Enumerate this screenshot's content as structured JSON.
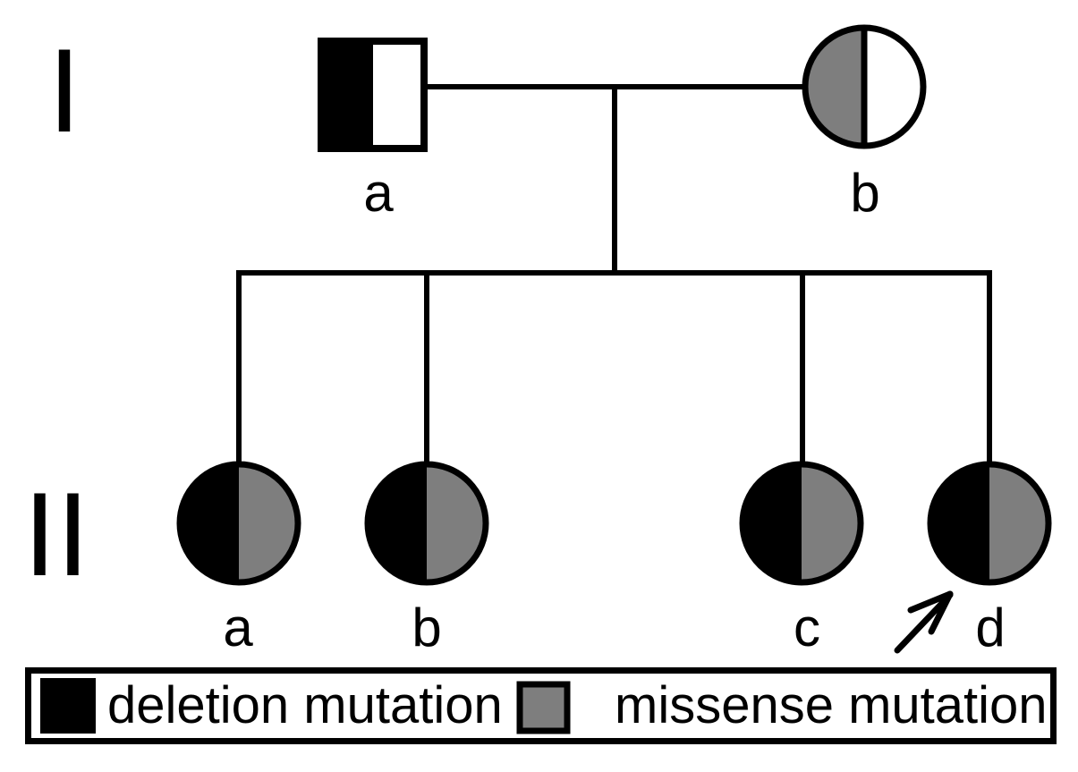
{
  "figure": {
    "kind": "pedigree-chart",
    "background": "#ffffff"
  },
  "colors": {
    "deletion": "#000000",
    "missense": "#7e7e7e",
    "unaffected": "#ffffff",
    "line": "#000000"
  },
  "generations": [
    {
      "numeral": "I",
      "individuals": [
        {
          "label": "a",
          "sex": "male",
          "symbol": "square",
          "left_half": "deletion",
          "right_half": "unaffected"
        },
        {
          "label": "b",
          "sex": "female",
          "symbol": "circle",
          "left_half": "missense",
          "right_half": "unaffected"
        }
      ]
    },
    {
      "numeral": "II",
      "individuals": [
        {
          "label": "a",
          "sex": "female",
          "symbol": "circle",
          "left_half": "deletion",
          "right_half": "missense"
        },
        {
          "label": "b",
          "sex": "female",
          "symbol": "circle",
          "left_half": "deletion",
          "right_half": "missense"
        },
        {
          "label": "c",
          "sex": "female",
          "symbol": "circle",
          "left_half": "deletion",
          "right_half": "missense"
        },
        {
          "label": "d",
          "sex": "female",
          "symbol": "circle",
          "left_half": "deletion",
          "right_half": "missense",
          "proband": true
        }
      ]
    }
  ],
  "proband": {
    "indicator": "arrow",
    "points_to": "II-d"
  },
  "legend": {
    "items": [
      {
        "label": "deletion mutation",
        "color": "#000000"
      },
      {
        "label": "missense mutation",
        "color": "#7e7e7e"
      }
    ]
  }
}
